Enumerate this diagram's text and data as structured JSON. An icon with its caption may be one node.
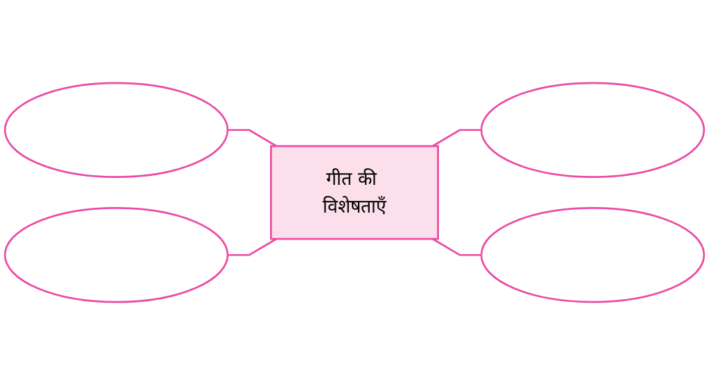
{
  "diagram": {
    "nodes": [
      {
        "text": [],
        "shape": "ellipse"
      },
      {
        "text": [],
        "shape": "ellipse"
      },
      {
        "text": [
          "गीत की विशेषताएँ"
        ]
      },
      {
        "text": [],
        "shape": "ellipse"
      },
      {
        "text": [],
        "shape": "ellipse"
      }
    ],
    "edges": [
      {
        "from": 0,
        "to": 2,
        "arrow": "none"
      },
      {
        "from": 1,
        "to": 2,
        "arrow": "none"
      },
      {
        "from": 2,
        "to": 3,
        "arrow": "none"
      },
      {
        "from": 2,
        "to": 4,
        "arrow": "none"
      }
    ]
  }
}
